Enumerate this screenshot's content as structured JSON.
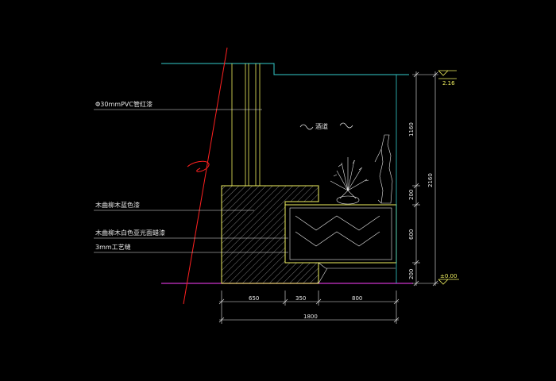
{
  "labels": {
    "pvc_pipe": "Φ30mmPVC管红漆",
    "wood_paint_1": "木曲柳木蓝色漆",
    "wood_paint_2": "木曲柳木白色亚光面蜡漆",
    "craft_seam": "3mm工艺缝",
    "liquor_text": "酒道"
  },
  "dimensions": {
    "horizontal": [
      "650",
      "350",
      "800"
    ],
    "total_width": "1800",
    "vertical": [
      "1160",
      "200",
      "600",
      "200"
    ],
    "total_height": "2160",
    "level_top": "2.16",
    "level_base": "±0.00"
  },
  "colors": {
    "background": "#000000",
    "cyan": "#33cccc",
    "yellow": "#f0f060",
    "white": "#e8e8e8",
    "red": "#ff2020",
    "magenta": "#cc33cc"
  }
}
